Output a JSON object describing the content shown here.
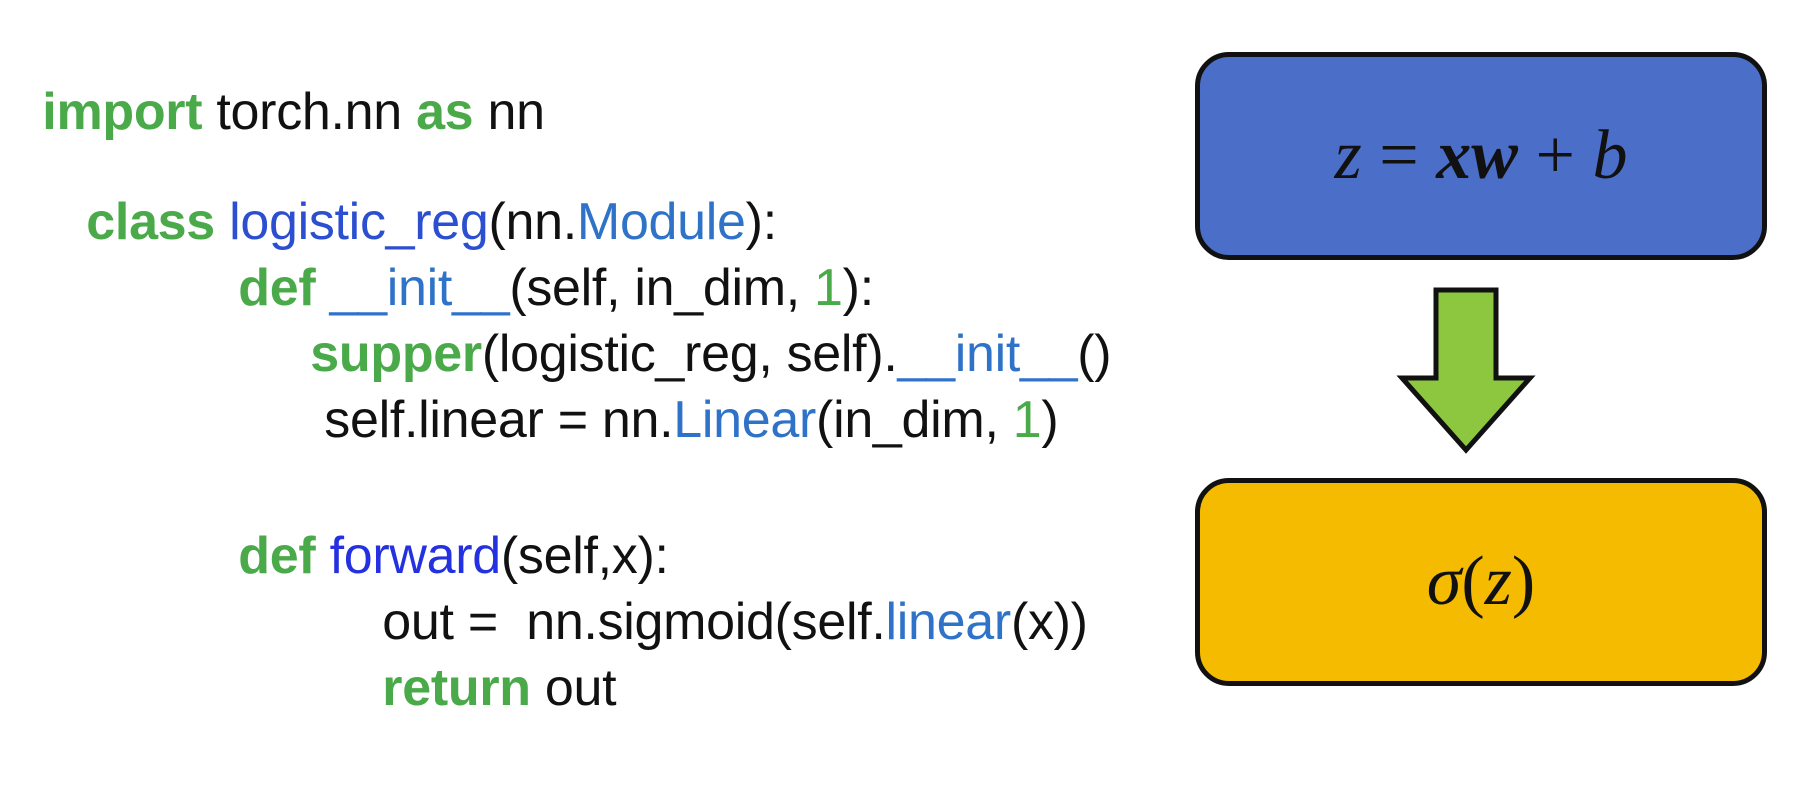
{
  "code": {
    "line1": {
      "kw_import": "import",
      "module": " torch.nn ",
      "kw_as": "as",
      "alias": " nn"
    },
    "line2": {
      "kw_class": "class",
      "class_name": "logistic_reg",
      "paren_open": "(nn.",
      "base": "Module",
      "paren_close": "):"
    },
    "line3": {
      "kw_def": "def",
      "space": " ",
      "init_name": "__init__",
      "args": "(self, in_dim, ",
      "num": "1",
      "close": "):"
    },
    "line4": {
      "kw_supper": "supper",
      "args": "(logistic_reg, self).",
      "init_name": "__init__",
      "close": "()"
    },
    "line5": {
      "prefix": "self.linear = nn.",
      "linear": "Linear",
      "args": "(in_dim, ",
      "num": "1",
      "close": ")"
    },
    "line6": {
      "kw_def": "def",
      "space": " ",
      "fn_name": "forward",
      "args": "(self,x):"
    },
    "line7": {
      "prefix": "out =  nn.sigmoid(self.",
      "linear": "linear",
      "args": "(x))"
    },
    "line8": {
      "kw_return": "return",
      "value": " out"
    }
  },
  "diagram": {
    "linear_box": {
      "z": "z",
      "eq": " = ",
      "xw": "xw",
      "plus": " + ",
      "b": "b",
      "color": "#4b6fc9"
    },
    "arrow_color": "#8dc63f",
    "sigmoid_box": {
      "sigma": "σ",
      "open": "(",
      "z": "z",
      "close": ")",
      "color": "#f4bb00"
    }
  }
}
